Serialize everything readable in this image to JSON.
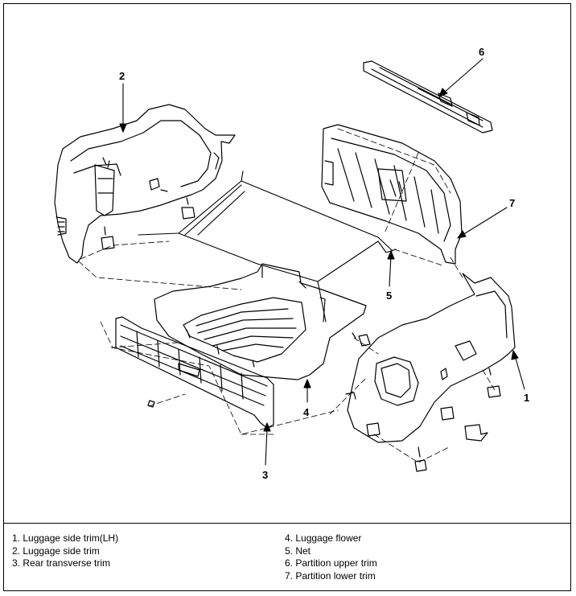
{
  "diagram": {
    "callouts": [
      "1",
      "2",
      "3",
      "4",
      "5",
      "6",
      "7"
    ],
    "legend_left": [
      "1. Luggage side trim(LH)",
      "2. Luggage side trim",
      "3. Rear transverse trim"
    ],
    "legend_right": [
      "4. Luggage flower",
      "5. Net",
      "6. Partition upper trim",
      "7. Partition lower trim"
    ]
  }
}
